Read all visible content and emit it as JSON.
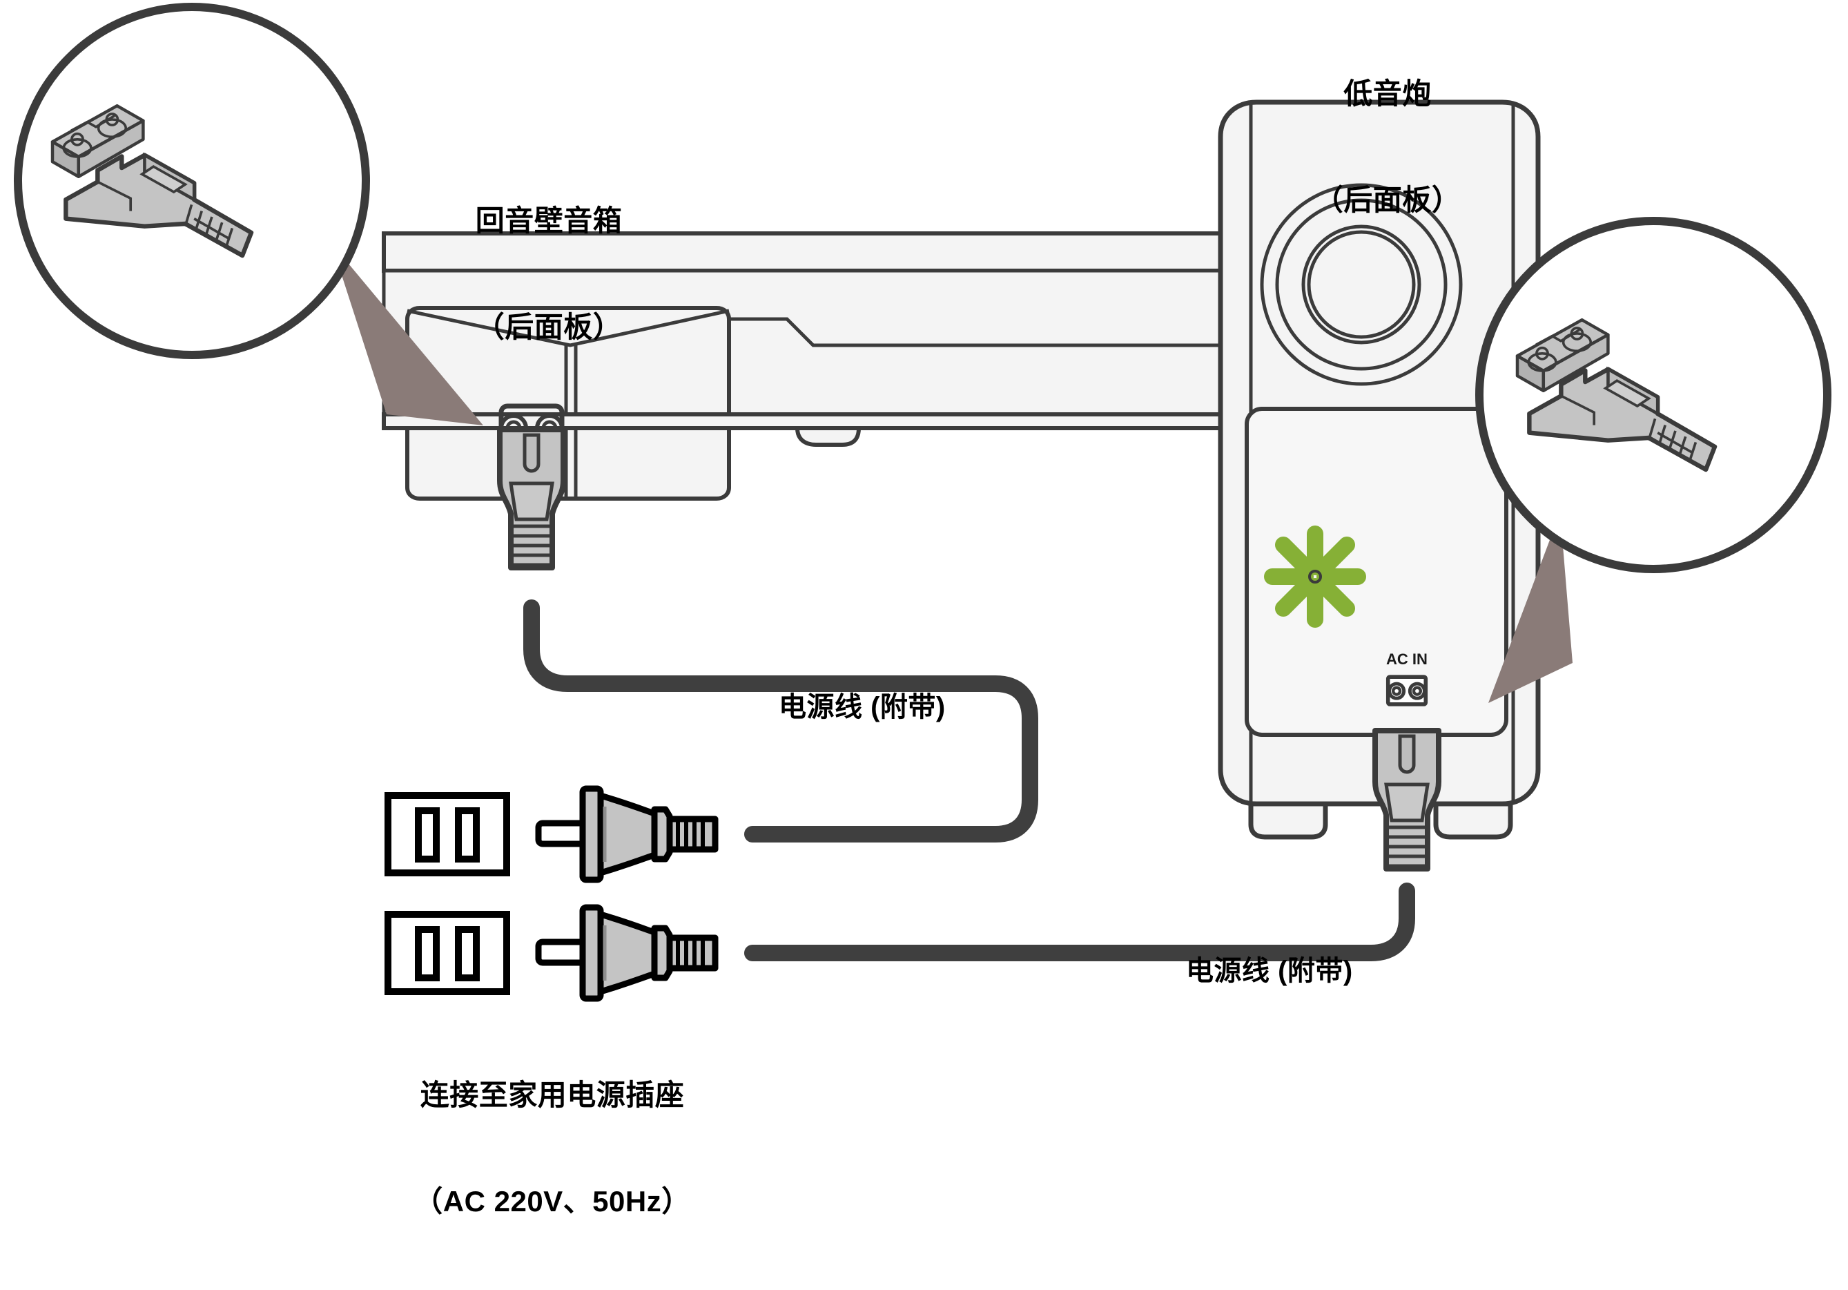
{
  "diagram": {
    "title": "Soundbar and subwoofer power connection diagram",
    "labels": {
      "soundbar_title_line1": "回音壁音箱",
      "soundbar_title_line2": "（后面板）",
      "subwoofer_title_line1": "低音炮",
      "subwoofer_title_line2": "（后面板）",
      "power_cord_soundbar": "电源线 (附带)",
      "power_cord_subwoofer": "电源线 (附带)",
      "outlet_caption_line1": "连接至家用电源插座",
      "outlet_caption_line2": "（AC 220V、50Hz）",
      "ac_in": "AC IN"
    },
    "icons": {
      "soundbar_inlet": "c8-figure8-ac-inlet-icon",
      "subwoofer_inlet": "c8-figure8-ac-inlet-icon",
      "subwoofer_logo": "green-starburst-logo-icon",
      "wall_outlet": "two-slot-wall-outlet-icon",
      "mains_plug": "two-prong-flat-plug-icon",
      "c8_connector": "c8-figure8-connector-icon",
      "callout_left": "magnifier-callout-left",
      "callout_right": "magnifier-callout-right",
      "pointer_left": "callout-pointer-arrow",
      "pointer_right": "callout-pointer-arrow"
    },
    "colors": {
      "outline": "#3b3b3b",
      "cable": "#3f3f3f",
      "device_fill": "#f4f4f4",
      "connector_fill": "#c4c4c4",
      "pointer": "#8a7b78",
      "logo_green": "#86b036",
      "text": "#000000",
      "background": "#ffffff"
    },
    "connections": [
      {
        "from": "soundbar-ac-inlet",
        "to": "wall-outlet-top",
        "cable": "电源线 (附带)"
      },
      {
        "from": "subwoofer-ac-inlet",
        "to": "wall-outlet-bottom",
        "cable": "电源线 (附带)"
      }
    ]
  }
}
